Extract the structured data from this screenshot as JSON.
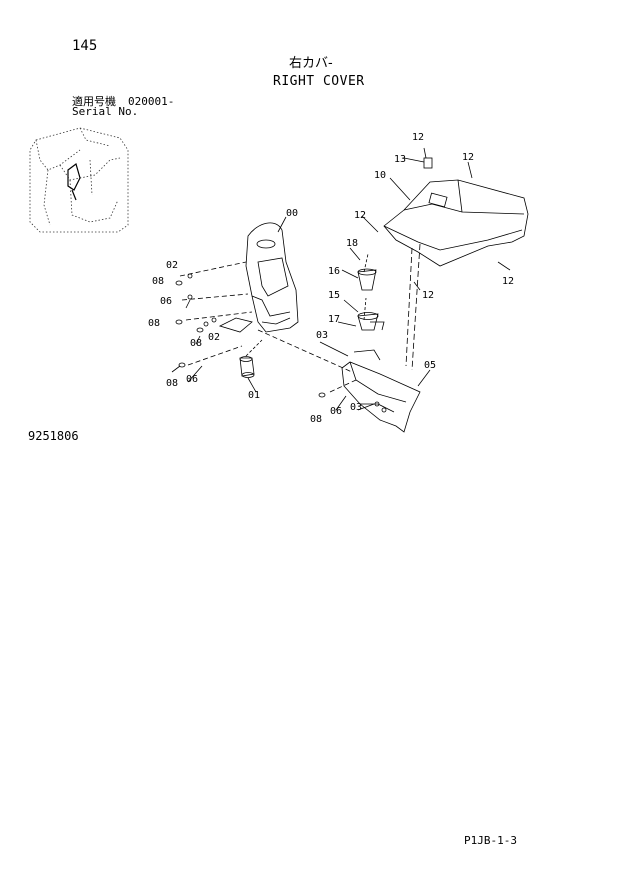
{
  "header": {
    "page_number": "145",
    "title_jp": "右カバ-",
    "title_en": "RIGHT COVER",
    "serial_label_jp": "適用号機",
    "serial_label_en": "Serial No.",
    "serial_value": "020001-"
  },
  "footer": {
    "drawing_number": "9251806",
    "page_code": "P1JB-1-3"
  },
  "part_labels": [
    "00",
    "01",
    "02",
    "02",
    "03",
    "03",
    "05",
    "06",
    "06",
    "06",
    "08",
    "08",
    "08",
    "08",
    "08",
    "10",
    "12",
    "12",
    "12",
    "12",
    "12",
    "13",
    "15",
    "16",
    "17",
    "18"
  ]
}
